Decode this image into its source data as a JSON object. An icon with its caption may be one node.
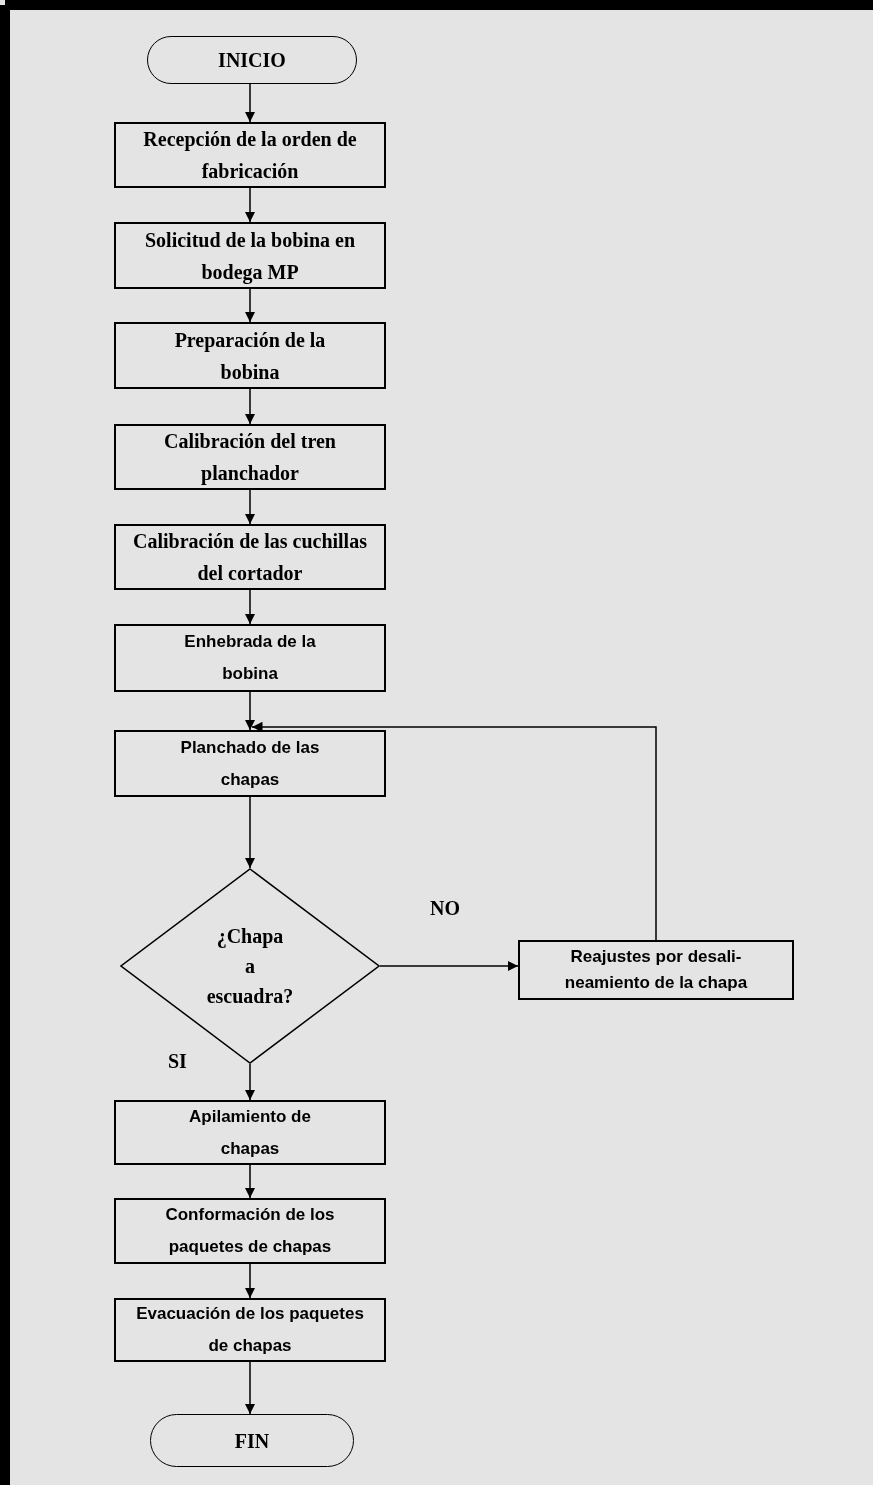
{
  "diagram": {
    "nodes": [
      {
        "text": [
          "INICIO"
        ]
      },
      {
        "text": [
          "Recepción de la orden de fabricación"
        ]
      },
      {
        "text": [
          "Solicitud de la bobina en bodega MP"
        ]
      },
      {
        "text": [
          "Preparación de la bobina"
        ]
      },
      {
        "text": [
          "Calibración del tren planchador"
        ]
      },
      {
        "text": [
          "Calibración de las cuchillas del cortador"
        ]
      },
      {
        "text": [
          "Enhebrada de la bobina"
        ]
      },
      {
        "text": [
          "Planchado de las chapas"
        ]
      },
      {
        "text": [
          "¿Chapa a escuadra?"
        ]
      },
      {
        "text": [
          "Reajustes por desali- neamiento de la chapa"
        ]
      },
      {
        "text": [
          "Apilamiento de chapas"
        ]
      },
      {
        "text": [
          "Conformación de los paquetes de chapas"
        ]
      },
      {
        "text": [
          "Evacuación de los paquetes de chapas"
        ]
      },
      {
        "text": [
          "FIN"
        ]
      }
    ],
    "edges": [
      {
        "from": 0,
        "to": 1,
        "arrow": "to"
      },
      {
        "from": 1,
        "to": 2,
        "arrow": "to"
      },
      {
        "from": 2,
        "to": 3,
        "arrow": "to"
      },
      {
        "from": 3,
        "to": 4,
        "arrow": "to"
      },
      {
        "from": 4,
        "to": 5,
        "arrow": "to"
      },
      {
        "from": 5,
        "to": 6,
        "arrow": "to"
      },
      {
        "from": 6,
        "to": 7,
        "arrow": "to"
      },
      {
        "from": 7,
        "to": 8,
        "arrow": "to"
      },
      {
        "from": 8,
        "to": 9,
        "arrow": "to",
        "label": "NO"
      },
      {
        "from": 9,
        "to": 7,
        "arrow": "to"
      },
      {
        "from": 8,
        "to": 10,
        "arrow": "to",
        "label": "SI"
      },
      {
        "from": 10,
        "to": 11,
        "arrow": "to"
      },
      {
        "from": 11,
        "to": 12,
        "arrow": "to"
      },
      {
        "from": 12,
        "to": 13,
        "arrow": "to"
      }
    ]
  }
}
